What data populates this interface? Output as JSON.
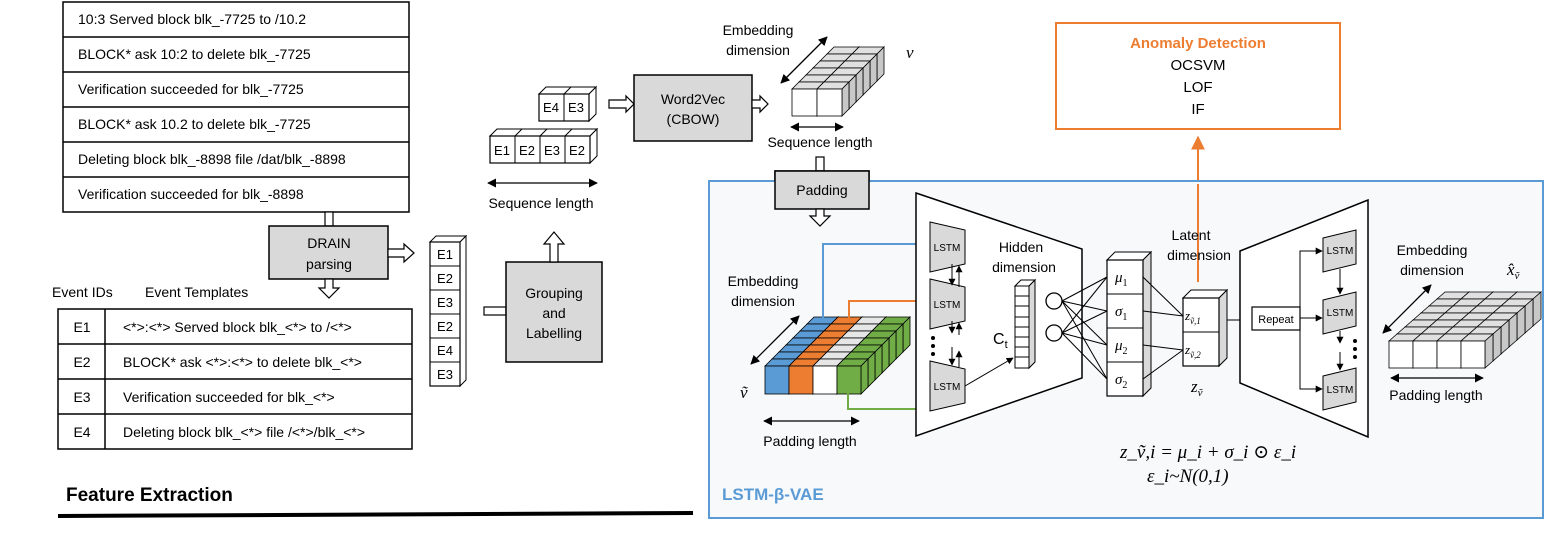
{
  "log_lines": [
    "10:3 Served block blk_-7725 to /10.2",
    "BLOCK* ask 10:2 to delete  blk_-7725",
    "Verification succeeded for blk_-7725",
    "BLOCK* ask 10.2 to delete  blk_-7725",
    "Deleting block blk_-8898 file /dat/blk_-8898",
    "Verification succeeded for blk_-8898"
  ],
  "drain": {
    "line1": "DRAIN",
    "line2": "parsing"
  },
  "templates": {
    "col_ids": "Event IDs",
    "col_templates": "Event Templates",
    "rows": [
      {
        "id": "E1",
        "template": "<*>:<*> Served block blk_<*> to /<*>"
      },
      {
        "id": "E2",
        "template": "BLOCK* ask <*>:<*> to delete blk_<*>"
      },
      {
        "id": "E3",
        "template": "Verification succeeded for blk_<*>"
      },
      {
        "id": "E4",
        "template": "Deleting block blk_<*> file /<*>/blk_<*>"
      }
    ]
  },
  "event_stack": [
    "E1",
    "E2",
    "E3",
    "E2",
    "E4",
    "E3"
  ],
  "grouping": {
    "line1": "Grouping",
    "line2": "and",
    "line3": "Labelling"
  },
  "sequences": {
    "short": [
      "E4",
      "E3"
    ],
    "long": [
      "E1",
      "E2",
      "E3",
      "E2"
    ],
    "length_label": "Sequence length"
  },
  "word2vec": {
    "line1": "Word2Vec",
    "line2": "(CBOW)"
  },
  "embedding_top": {
    "label1": "Embedding",
    "label2": "dimension",
    "symbol": "v",
    "seq_label": "Sequence length"
  },
  "padding_button": "Padding",
  "anomaly": {
    "title": "Anomaly Detection",
    "methods": [
      "OCSVM",
      "LOF",
      "IF"
    ],
    "title_color": "#ED7D31",
    "border_color": "#ED7D31"
  },
  "vae": {
    "title": "LSTM-β-VAE",
    "title_color": "#5B9BD5",
    "border_color": "#5B9BD5",
    "input_label1": "Embedding",
    "input_label2": "dimension",
    "input_symbol": "ṽ",
    "padding_length": "Padding length",
    "lstm": "LSTM",
    "hidden1": "Hidden",
    "hidden2": "dimension",
    "ct": "C",
    "ct_sub": "t",
    "mu1": "μ",
    "mu1_sub": "1",
    "sigma1": "σ",
    "sigma1_sub": "1",
    "mu2": "μ",
    "mu2_sub": "2",
    "sigma2": "σ",
    "sigma2_sub": "2",
    "latent1": "Latent",
    "latent2": "dimension",
    "z1": "z",
    "z1_sub": "ṽ,1",
    "z2": "z",
    "z2_sub": "ṽ,2",
    "z_symbol": "z",
    "z_symbol_sub": "ṽ",
    "repeat": "Repeat",
    "output_label1": "Embedding",
    "output_label2": "dimension",
    "output_symbol": "x̂",
    "output_symbol_sub": "ṽ",
    "output_padding_length": "Padding length",
    "eq1": "z_ṽ,i = μ_i + σ_i ⊙ ε_i",
    "eq2": "ε_i~N(0,1)",
    "colors": {
      "blue": "#5B9BD5",
      "orange": "#ED7D31",
      "green": "#70AD47"
    }
  },
  "section_title": "Feature Extraction"
}
